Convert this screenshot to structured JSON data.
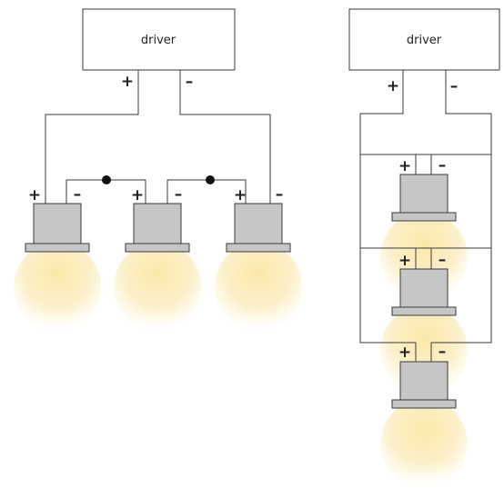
{
  "labels": {
    "driver": "driver",
    "plus": "+",
    "minus": "–"
  },
  "colors": {
    "wire": "#3a3a3a",
    "lamp_body": "#c6c6c6",
    "glow": "#fbe9b0",
    "junction": "#111111"
  },
  "diagrams": [
    {
      "id": "left",
      "driver_label": "driver",
      "lamp_count": 3,
      "connection": "series"
    },
    {
      "id": "right",
      "driver_label": "driver",
      "lamp_count": 3,
      "connection": "parallel"
    }
  ]
}
